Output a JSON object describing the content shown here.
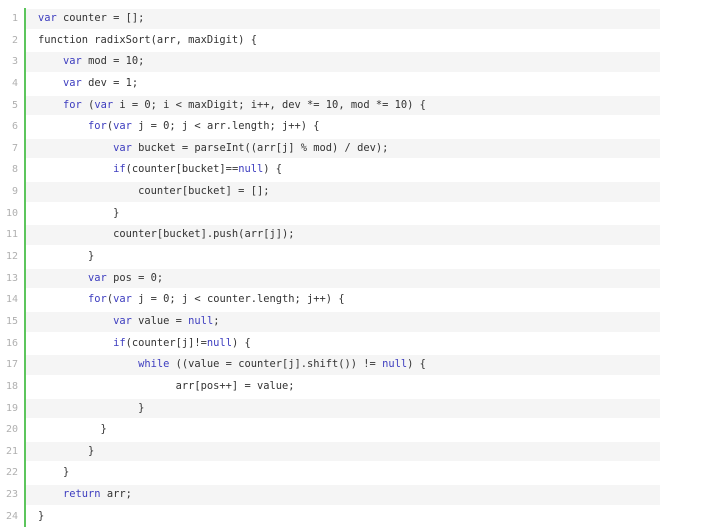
{
  "editor": {
    "lines": [
      {
        "number": "1",
        "tokens": [
          {
            "t": "var",
            "k": true
          },
          {
            "t": " counter = [];"
          }
        ]
      },
      {
        "number": "2",
        "tokens": [
          {
            "t": "function radixSort(arr, maxDigit) {"
          }
        ]
      },
      {
        "number": "3",
        "tokens": [
          {
            "t": "    "
          },
          {
            "t": "var",
            "k": true
          },
          {
            "t": " mod = 10;"
          }
        ]
      },
      {
        "number": "4",
        "tokens": [
          {
            "t": "    "
          },
          {
            "t": "var",
            "k": true
          },
          {
            "t": " dev = 1;"
          }
        ]
      },
      {
        "number": "5",
        "tokens": [
          {
            "t": "    "
          },
          {
            "t": "for",
            "k": true
          },
          {
            "t": " ("
          },
          {
            "t": "var",
            "k": true
          },
          {
            "t": " i = 0; i < maxDigit; i++, dev *= 10, mod *= 10) {"
          }
        ]
      },
      {
        "number": "6",
        "tokens": [
          {
            "t": "        "
          },
          {
            "t": "for",
            "k": true
          },
          {
            "t": "("
          },
          {
            "t": "var",
            "k": true
          },
          {
            "t": " j = 0; j < arr.length; j++) {"
          }
        ]
      },
      {
        "number": "7",
        "tokens": [
          {
            "t": "            "
          },
          {
            "t": "var",
            "k": true
          },
          {
            "t": " bucket = parseInt((arr[j] % mod) / dev);"
          }
        ]
      },
      {
        "number": "8",
        "tokens": [
          {
            "t": "            "
          },
          {
            "t": "if",
            "k": true
          },
          {
            "t": "(counter[bucket]=="
          },
          {
            "t": "null",
            "k": true
          },
          {
            "t": ") {"
          }
        ]
      },
      {
        "number": "9",
        "tokens": [
          {
            "t": "                counter[bucket] = [];"
          }
        ]
      },
      {
        "number": "10",
        "tokens": [
          {
            "t": "            }"
          }
        ]
      },
      {
        "number": "11",
        "tokens": [
          {
            "t": "            counter[bucket].push(arr[j]);"
          }
        ]
      },
      {
        "number": "12",
        "tokens": [
          {
            "t": "        }"
          }
        ]
      },
      {
        "number": "13",
        "tokens": [
          {
            "t": "        "
          },
          {
            "t": "var",
            "k": true
          },
          {
            "t": " pos = 0;"
          }
        ]
      },
      {
        "number": "14",
        "tokens": [
          {
            "t": "        "
          },
          {
            "t": "for",
            "k": true
          },
          {
            "t": "("
          },
          {
            "t": "var",
            "k": true
          },
          {
            "t": " j = 0; j < counter.length; j++) {"
          }
        ]
      },
      {
        "number": "15",
        "tokens": [
          {
            "t": "            "
          },
          {
            "t": "var",
            "k": true
          },
          {
            "t": " value = "
          },
          {
            "t": "null",
            "k": true
          },
          {
            "t": ";"
          }
        ]
      },
      {
        "number": "16",
        "tokens": [
          {
            "t": "            "
          },
          {
            "t": "if",
            "k": true
          },
          {
            "t": "(counter[j]!="
          },
          {
            "t": "null",
            "k": true
          },
          {
            "t": ") {"
          }
        ]
      },
      {
        "number": "17",
        "tokens": [
          {
            "t": "                "
          },
          {
            "t": "while",
            "k": true
          },
          {
            "t": " ((value = counter[j].shift()) != "
          },
          {
            "t": "null",
            "k": true
          },
          {
            "t": ") {"
          }
        ]
      },
      {
        "number": "18",
        "tokens": [
          {
            "t": "                      arr[pos++] = value;"
          }
        ]
      },
      {
        "number": "19",
        "tokens": [
          {
            "t": "                }"
          }
        ]
      },
      {
        "number": "20",
        "tokens": [
          {
            "t": "          }"
          }
        ]
      },
      {
        "number": "21",
        "tokens": [
          {
            "t": "        }"
          }
        ]
      },
      {
        "number": "22",
        "tokens": [
          {
            "t": "    }"
          }
        ]
      },
      {
        "number": "23",
        "tokens": [
          {
            "t": "    "
          },
          {
            "t": "return",
            "k": true
          },
          {
            "t": " arr;"
          }
        ]
      },
      {
        "number": "24",
        "tokens": [
          {
            "t": "}"
          }
        ]
      }
    ],
    "colors": {
      "keyword": "#3d3dbf",
      "text": "#333333",
      "line_number": "#b0b0b0",
      "gutter_bar": "#5cc55c",
      "stripe": "#f5f5f5"
    }
  }
}
